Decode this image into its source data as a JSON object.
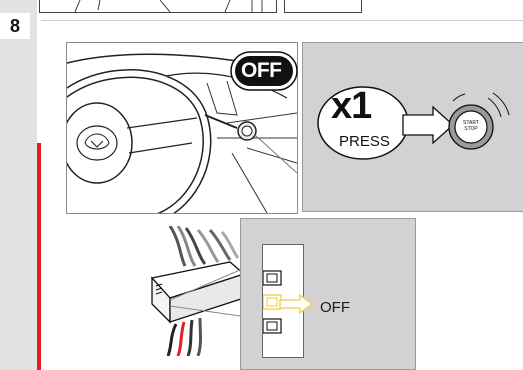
{
  "step": {
    "number": "8"
  },
  "ignition": {
    "state_badge": "OFF",
    "press_count": "x1",
    "press_label": "PRESS",
    "button_text_line1": "START",
    "button_text_line2": "STOP"
  },
  "module": {
    "switch_label": "OFF"
  },
  "colors": {
    "accent_red": "#e41e26",
    "sidebar_gray": "#e2e2e2",
    "panel_gray": "#d2d2d2",
    "switch_highlight": "#f2d35a"
  }
}
